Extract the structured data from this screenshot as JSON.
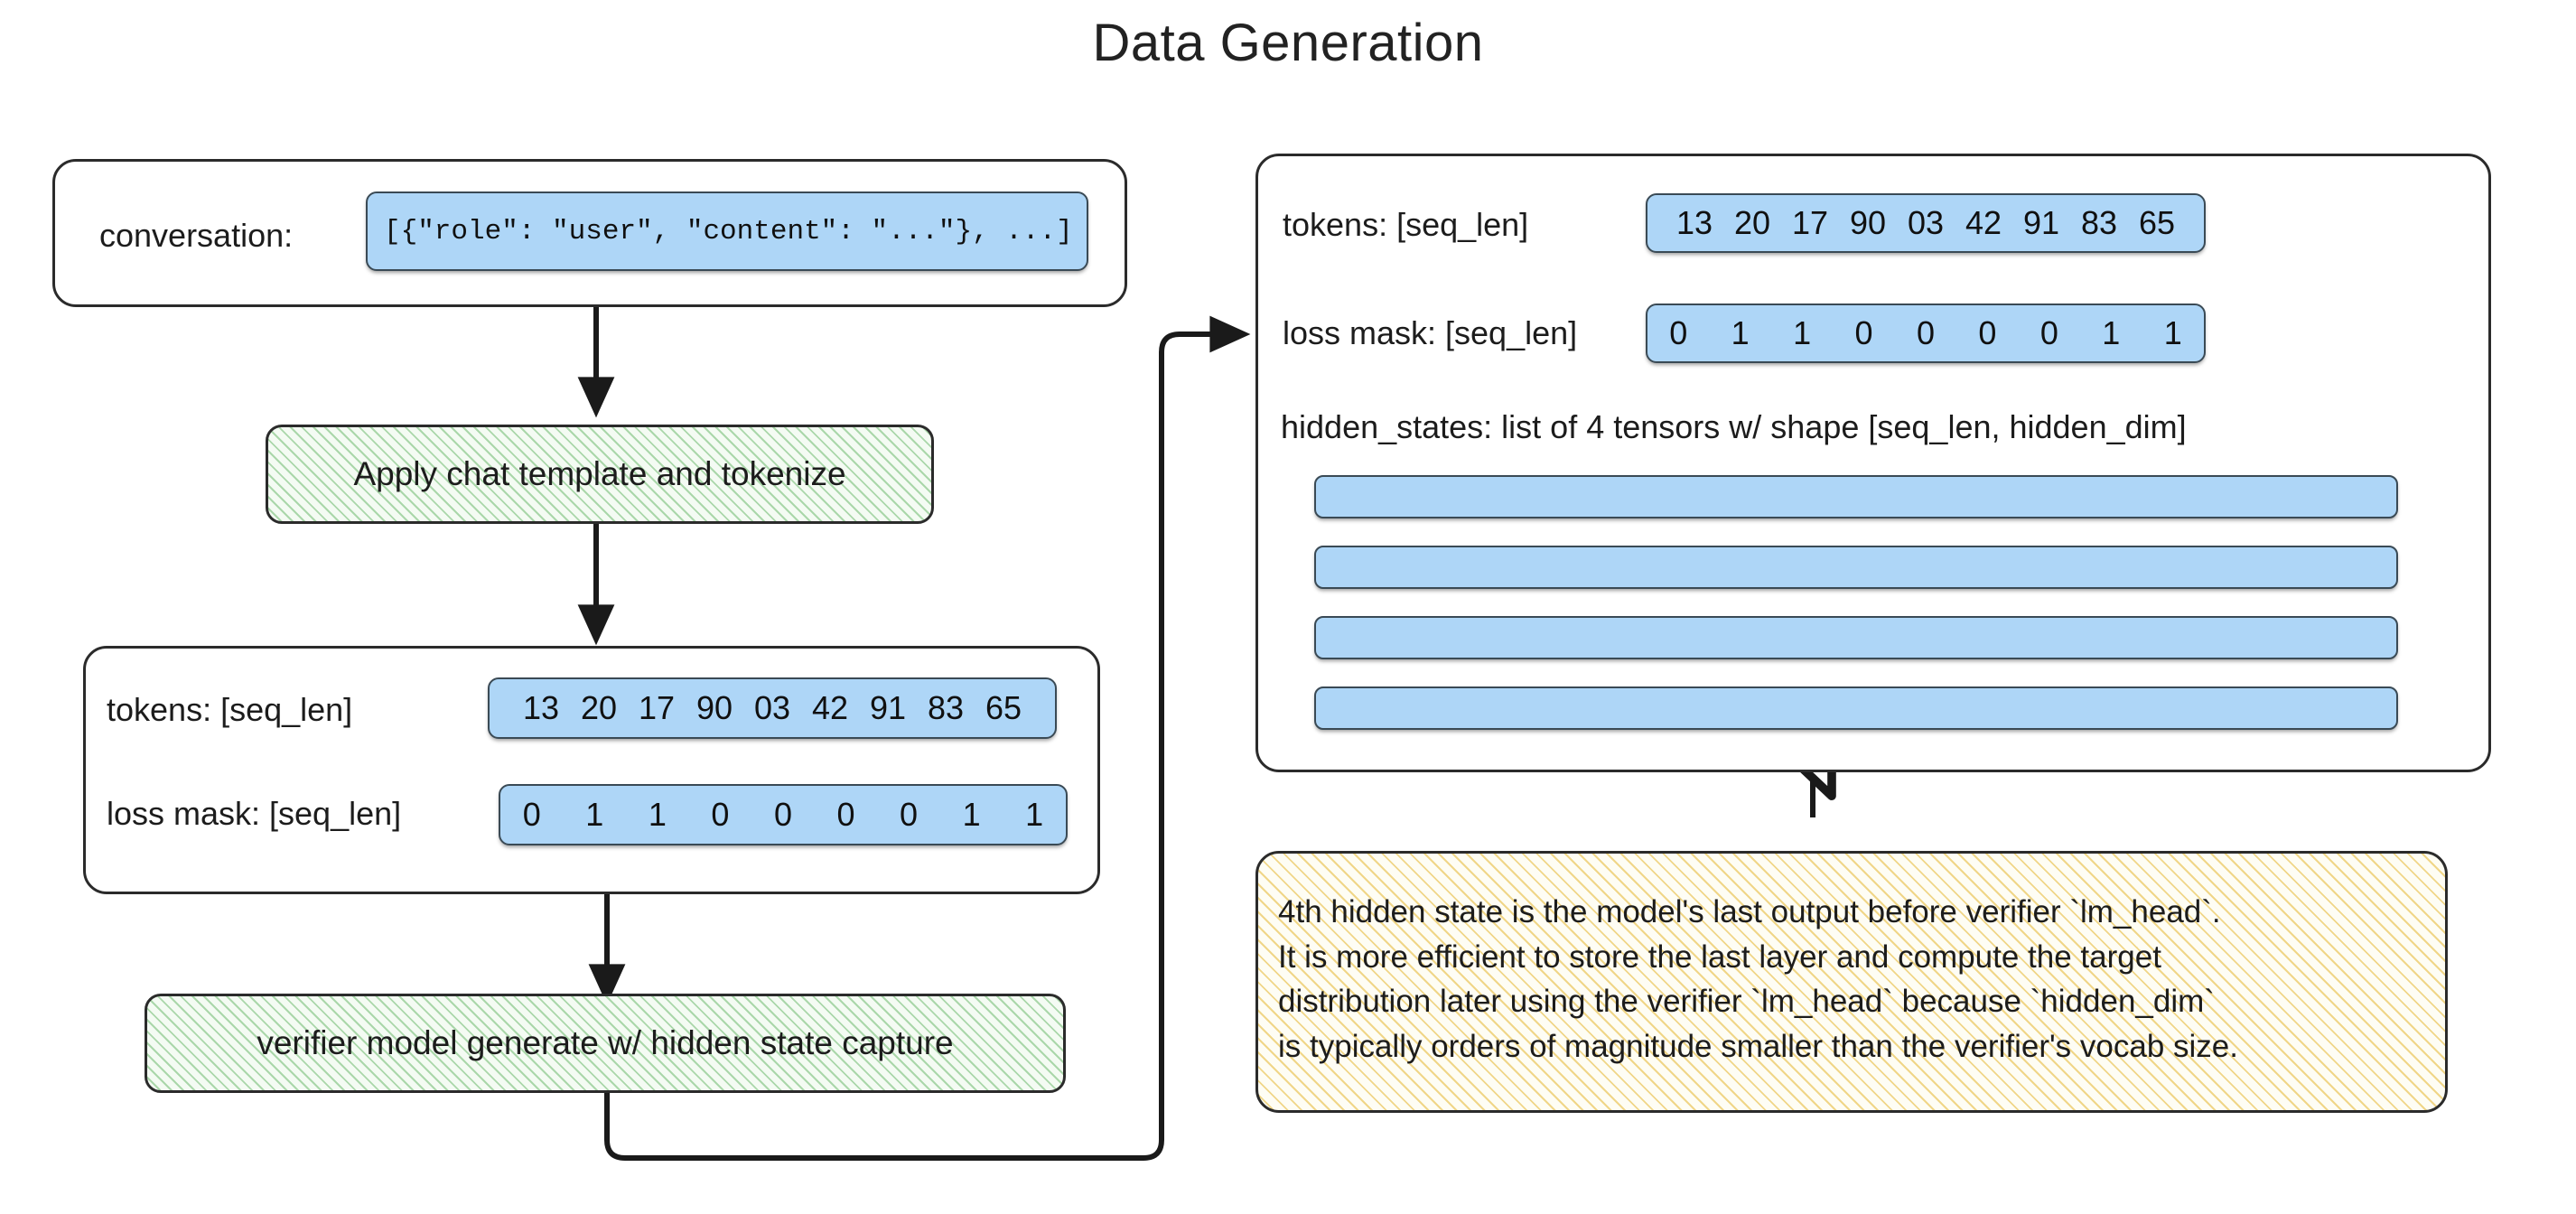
{
  "title": "Data Generation",
  "left_panel": {
    "conversation_box": {
      "label": "conversation:",
      "value": "[{\"role\": \"user\", \"content\": \"...\"}, ...]"
    },
    "process_apply": {
      "label": "Apply chat template and tokenize"
    },
    "tokens_box": {
      "tokens_label": "tokens: [seq_len]",
      "tokens": [
        "13",
        "20",
        "17",
        "90",
        "03",
        "42",
        "91",
        "83",
        "65"
      ],
      "mask_label": "loss mask: [seq_len]",
      "mask": [
        "0",
        "1",
        "1",
        "0",
        "0",
        "0",
        "0",
        "1",
        "1"
      ]
    },
    "process_generate": {
      "label": "verifier model generate w/ hidden state capture"
    }
  },
  "right_panel": {
    "tokens_label": "tokens: [seq_len]",
    "tokens": [
      "13",
      "20",
      "17",
      "90",
      "03",
      "42",
      "91",
      "83",
      "65"
    ],
    "mask_label": "loss mask: [seq_len]",
    "mask": [
      "0",
      "1",
      "1",
      "0",
      "0",
      "0",
      "0",
      "1",
      "1"
    ],
    "hidden_states_label": "hidden_states: list of 4 tensors w/ shape [seq_len, hidden_dim]",
    "hidden_state_bars": [
      "tensor-1",
      "tensor-2",
      "tensor-3",
      "tensor-4"
    ]
  },
  "note": {
    "lines": [
      "4th hidden state is the model's last output before verifier `lm_head`.",
      "It is more efficient to store the last layer and compute the target",
      "distribution later using the verifier `lm_head` because `hidden_dim`",
      "is typically orders of magnitude smaller than the verifier's vocab size."
    ]
  },
  "colors": {
    "pill_blue": "#aed6f7",
    "pill_border": "#3a4a55",
    "card_border": "#2b2b2b",
    "process_green": "#6eb96e",
    "note_yellow": "#e8be46",
    "text": "#1c1c1c"
  }
}
